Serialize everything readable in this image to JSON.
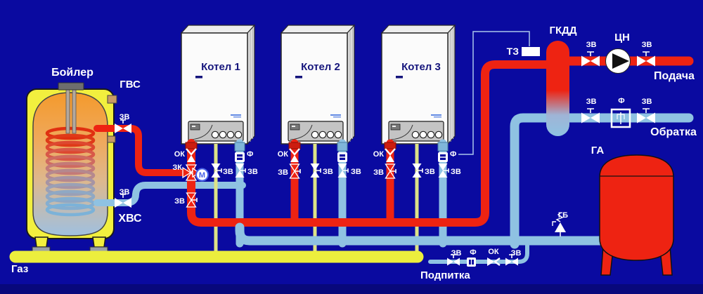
{
  "colors": {
    "background": "#0a0aa0",
    "pipe_hot": "#ee2312",
    "pipe_cold": "#8fc2e2",
    "gas_main": "#ecee3d",
    "gas_branch": "#dde287",
    "tank_casing_yellow": "#f2ef3e",
    "expansion_tank_red": "#ee2312",
    "label_white": "#ffffff",
    "boiler_label_navy": "#15157c"
  },
  "indirect_tank": {
    "title": "Бойлер",
    "hot_out": "ГВС",
    "cold_in": "ХВС",
    "valve_hot": "ЗВ",
    "valve_cold": "ЗВ"
  },
  "boilers": [
    {
      "label": "Котел 1",
      "check": "ОК",
      "mixing_valve": "ЗК",
      "motor": "М",
      "valve_red": "ЗВ",
      "valve_gas": "ЗВ",
      "filter": "Ф",
      "valve_blue": "ЗВ"
    },
    {
      "label": "Котел 2",
      "check": "ОК",
      "valve_red": "ЗВ",
      "valve_gas": "ЗВ",
      "valve_blue": "ЗВ"
    },
    {
      "label": "Котел 3",
      "check": "ОК",
      "valve_red": "ЗВ",
      "valve_gas": "ЗВ",
      "filter": "Ф",
      "valve_blue": "ЗВ"
    }
  ],
  "separator": {
    "label": "ГКДД"
  },
  "sensor": {
    "label": "ТЗ"
  },
  "supply_line": {
    "valve_left": "ЗВ",
    "pump": "ЦН",
    "valve_right": "ЗВ",
    "label": "Подача"
  },
  "return_line": {
    "valve_left": "ЗВ",
    "filter": "Ф",
    "valve_right": "ЗВ",
    "label": "Обратка"
  },
  "expansion_tank": {
    "label": "ГА"
  },
  "safety_valve": {
    "label": "ГБ"
  },
  "gas_line": {
    "label": "Газ"
  },
  "makeup_line": {
    "label": "Подпитка",
    "valve1": "ЗВ",
    "filter": "Ф",
    "check": "ОК",
    "valve2": "ЗВ"
  }
}
